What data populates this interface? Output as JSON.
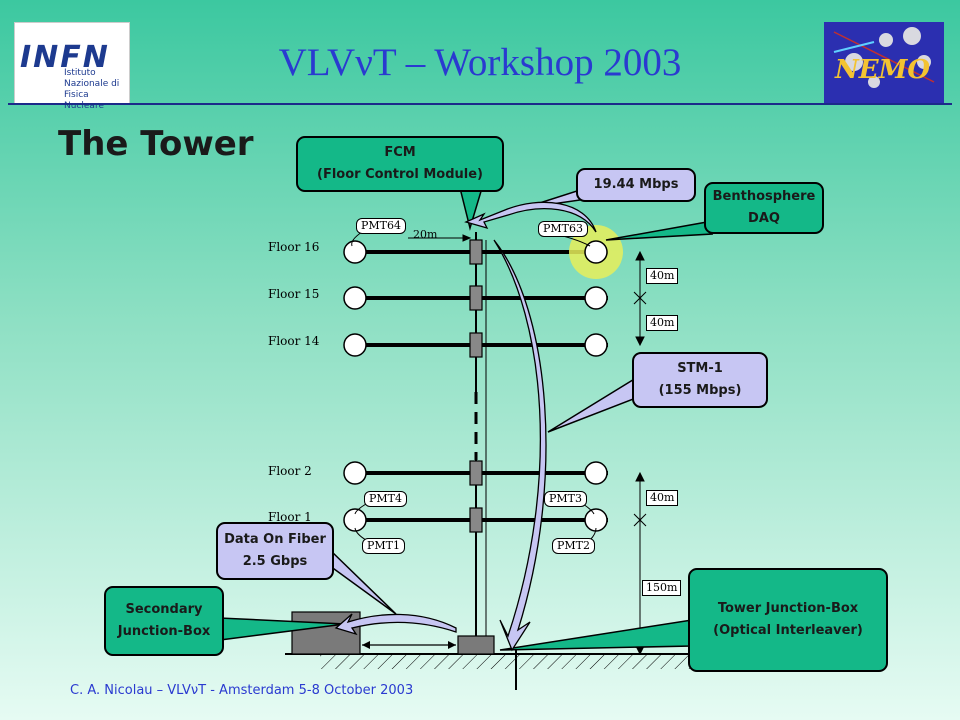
{
  "header": {
    "title": "VLVνT – Workshop 2003",
    "infn_logo_text": "INFN",
    "infn_logo_subtitle": "Istituto Nazionale di Fisica Nucleare",
    "nemo_logo_text": "NEMO"
  },
  "slide_title": "The Tower",
  "callouts": {
    "fcm_line1": "FCM",
    "fcm_line2": "(Floor Control Module)",
    "rate_19": "19.44 Mbps",
    "benth_line1": "Benthosphere",
    "benth_line2": "DAQ",
    "stm_line1": "STM-1",
    "stm_line2": "(155 Mbps)",
    "fiber_line1": "Data On Fiber",
    "fiber_line2": "2.5 Gbps",
    "sec_line1": "Secondary",
    "sec_line2": "Junction-Box",
    "tjb_line1": "Tower Junction-Box",
    "tjb_line2": "(Optical Interleaver)"
  },
  "floors": {
    "f16": "Floor 16",
    "f15": "Floor 15",
    "f14": "Floor 14",
    "f2": "Floor 2",
    "f1": "Floor 1"
  },
  "pmts": {
    "pmt64": "PMT64",
    "pmt63": "PMT63",
    "pmt4": "PMT4",
    "pmt3": "PMT3",
    "pmt1": "PMT1",
    "pmt2": "PMT2"
  },
  "dimensions": {
    "arm_length": "20m",
    "spacing_a": "40m",
    "spacing_b": "40m",
    "spacing_c": "40m",
    "base_height": "150m"
  },
  "footer": "C. A. Nicolau – VLVνT - Amsterdam 5-8 October 2003",
  "colors": {
    "accent_blue": "#2a3ad0",
    "callout_green": "#14b888",
    "callout_lavender": "#c7c6f3",
    "highlight_yellow": "#e8ee5a"
  }
}
